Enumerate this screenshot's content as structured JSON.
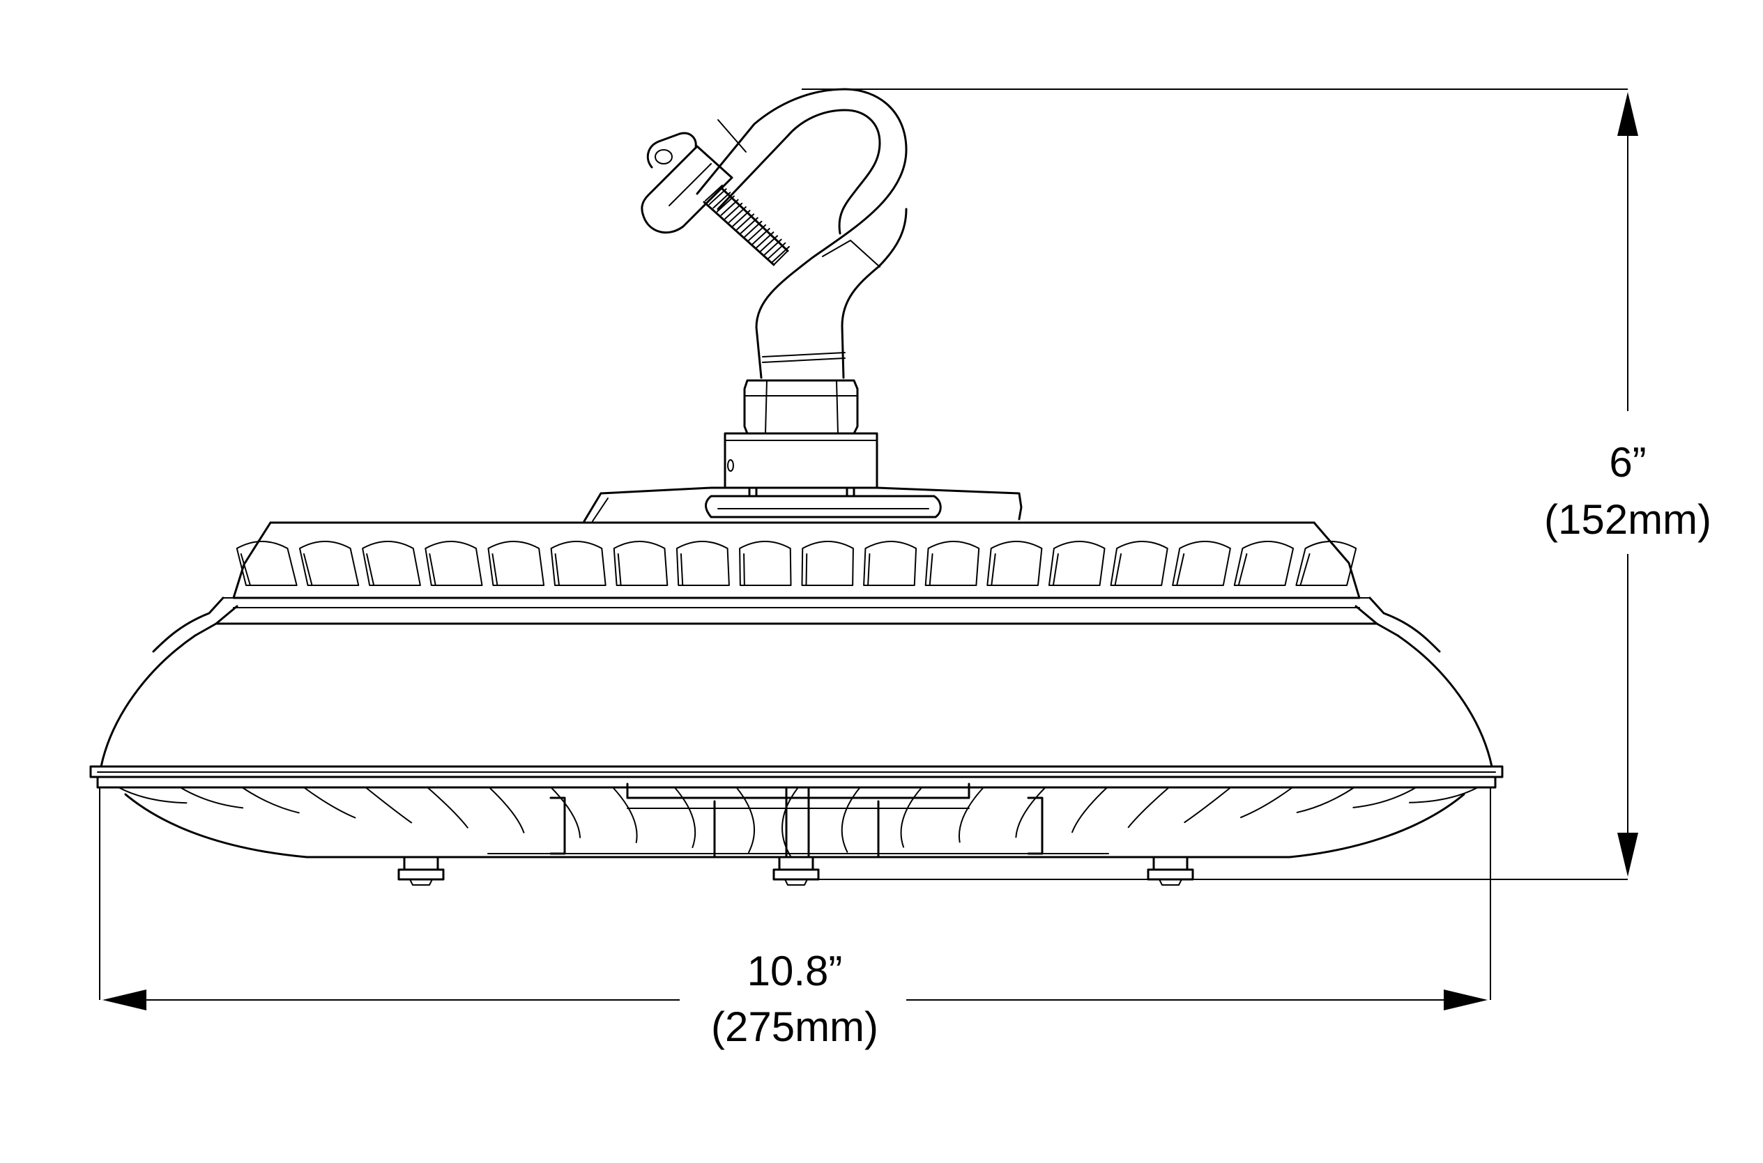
{
  "dimensions": {
    "height": {
      "imperial": "6”",
      "metric": "(152mm)"
    },
    "width": {
      "imperial": "10.8”",
      "metric": "(275mm)"
    }
  },
  "drawing": {
    "fin_count_top": 18,
    "fin_count_bottom": 22
  }
}
